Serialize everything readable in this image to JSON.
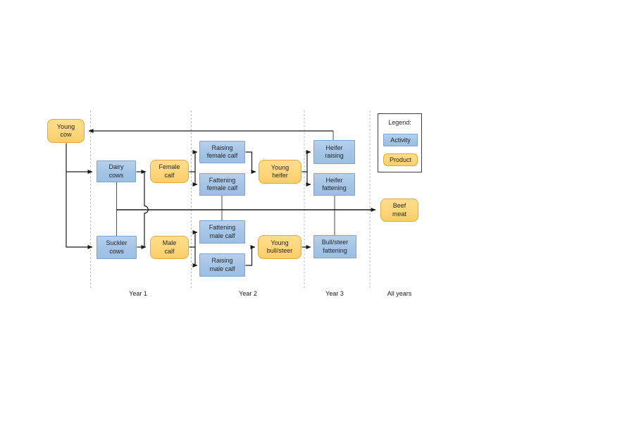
{
  "diagram": {
    "type": "flowchart",
    "subject": "Cattle / beef production system by year",
    "colors": {
      "activity_fill": "#A3C4E6",
      "activity_border": "#7CA3D2",
      "product_fill": "#FED67A",
      "product_border": "#E3A93E",
      "connector": "#303030",
      "column_divider": "#b3b3b3"
    },
    "legend": {
      "title": "Legend:",
      "items": [
        {
          "label": "Activity",
          "type": "activity"
        },
        {
          "label": "Product",
          "type": "product"
        }
      ]
    },
    "columns": [
      {
        "label": "Year 1"
      },
      {
        "label": "Year 2"
      },
      {
        "label": "Year 3"
      },
      {
        "label": "All years"
      }
    ],
    "nodes": {
      "young_cow": {
        "label": "Young\ncow",
        "type": "product"
      },
      "dairy_cows": {
        "label": "Dairy\ncows",
        "type": "activity"
      },
      "suckler_cows": {
        "label": "Suckler\ncows",
        "type": "activity"
      },
      "female_calf": {
        "label": "Female\ncalf",
        "type": "product"
      },
      "male_calf": {
        "label": "Male\ncalf",
        "type": "product"
      },
      "raising_female_calf": {
        "label": "Raising\nfemale calf",
        "type": "activity"
      },
      "fattening_female_calf": {
        "label": "Fattening\nfemale calf",
        "type": "activity"
      },
      "fattening_male_calf": {
        "label": "Fattening\nmale calf",
        "type": "activity"
      },
      "raising_male_calf": {
        "label": "Raising\nmale calf",
        "type": "activity"
      },
      "young_heifer": {
        "label": "Young\nheifer",
        "type": "product"
      },
      "young_bull_steer": {
        "label": "Young\nbull/steer",
        "type": "product"
      },
      "heifer_raising": {
        "label": "Heifer\nraising",
        "type": "activity"
      },
      "heifer_fattening": {
        "label": "Heifer\nfattening",
        "type": "activity"
      },
      "bull_steer_fattening": {
        "label": "Bull/steer\nfattening",
        "type": "activity"
      },
      "beef_meat": {
        "label": "Beef\nmeat",
        "type": "product"
      }
    },
    "connections": [
      {
        "from": "heifer_raising",
        "to": "young_cow"
      },
      {
        "from": "young_cow",
        "to": "dairy_cows"
      },
      {
        "from": "young_cow",
        "to": "suckler_cows"
      },
      {
        "from": "dairy_cows",
        "to": "female_calf"
      },
      {
        "from": "dairy_cows",
        "to": "male_calf"
      },
      {
        "from": "suckler_cows",
        "to": "male_calf"
      },
      {
        "from": "female_calf",
        "to": "raising_female_calf"
      },
      {
        "from": "female_calf",
        "to": "fattening_female_calf"
      },
      {
        "from": "male_calf",
        "to": "fattening_male_calf"
      },
      {
        "from": "male_calf",
        "to": "raising_male_calf"
      },
      {
        "from": "raising_female_calf",
        "to": "young_heifer"
      },
      {
        "from": "young_heifer",
        "to": "heifer_raising"
      },
      {
        "from": "young_heifer",
        "to": "heifer_fattening"
      },
      {
        "from": "raising_male_calf",
        "to": "young_bull_steer"
      },
      {
        "from": "young_bull_steer",
        "to": "bull_steer_fattening"
      },
      {
        "from": "dairy_cows",
        "to": "beef_meat"
      },
      {
        "from": "suckler_cows",
        "to": "beef_meat"
      },
      {
        "from": "fattening_female_calf",
        "to": "beef_meat"
      },
      {
        "from": "fattening_male_calf",
        "to": "beef_meat"
      },
      {
        "from": "heifer_fattening",
        "to": "beef_meat"
      },
      {
        "from": "bull_steer_fattening",
        "to": "beef_meat"
      }
    ]
  }
}
